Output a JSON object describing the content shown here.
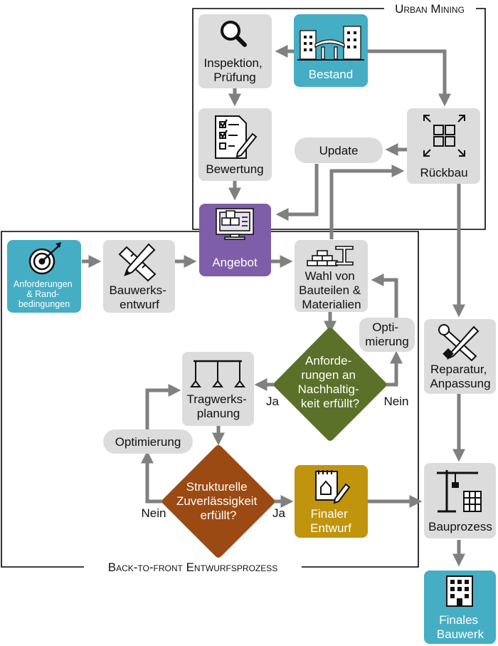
{
  "frames": {
    "urban_mining": "Urban Mining",
    "back_to_front": "Back-to-front Entwurfsprozess"
  },
  "nodes": {
    "bestand": "Bestand",
    "inspektion": [
      "Inspektion,",
      "Prüfung"
    ],
    "bewertung": "Bewertung",
    "rueckbau": "Rückbau",
    "update": "Update",
    "angebot": "Angebot",
    "anforderungen": [
      "Anforderungen",
      "& Rand-",
      "bedingungen"
    ],
    "bauwerksentwurf": [
      "Bauwerks-",
      "entwurf"
    ],
    "wahl": [
      "Wahl von",
      "Bauteilen &",
      "Materialien"
    ],
    "optimierung_right": [
      "Opti-",
      "mierung"
    ],
    "nachhaltigkeit": [
      "Anforde-",
      "rungen an",
      "Nachhaltig-",
      "keit erfüllt?"
    ],
    "tragwerksplanung": [
      "Tragwerks-",
      "planung"
    ],
    "optimierung_left": "Optimierung",
    "zuverlaessigkeit": [
      "Strukturelle",
      "Zuverlässigkeit",
      "erfüllt?"
    ],
    "finaler_entwurf": [
      "Finaler",
      "Entwurf"
    ],
    "reparatur": [
      "Reparatur,",
      "Anpassung"
    ],
    "bauprozess": "Bauprozess",
    "finales_bauwerk": [
      "Finales",
      "Bauwerk"
    ]
  },
  "edge_labels": {
    "ja_nachhaltig": "Ja",
    "nein_nachhaltig": "Nein",
    "ja_zuverl": "Ja",
    "nein_zuverl": "Nein"
  },
  "colors": {
    "box_gray": "#dcdcdc",
    "teal": "#45aec4",
    "purple": "#7e5ea8",
    "green": "#5b7028",
    "brown": "#9a4a12",
    "gold": "#c1940d",
    "arrow": "#808080",
    "frame": "#000000"
  }
}
